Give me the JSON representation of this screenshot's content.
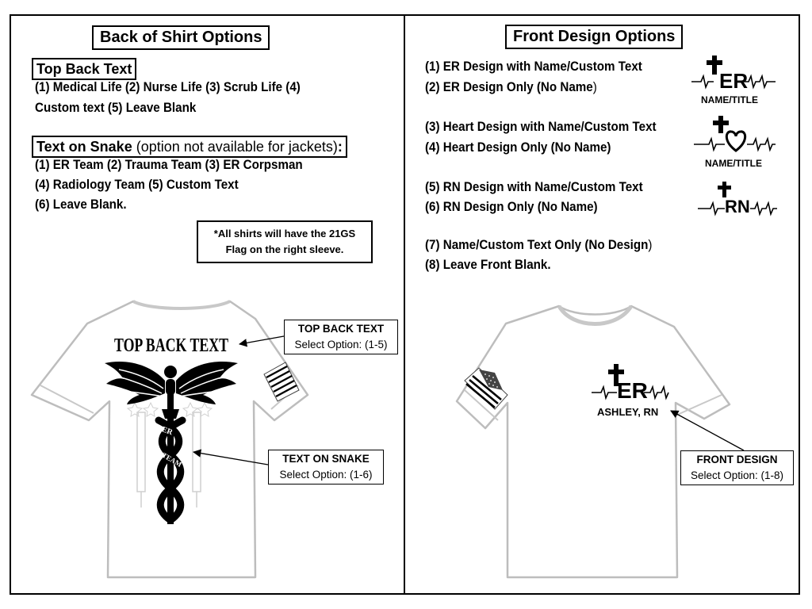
{
  "back": {
    "title": "Back of Shirt Options",
    "top_back": {
      "heading": "Top Back Text",
      "line1": "(1) Medical Life (2) Nurse Life (3) Scrub Life (4)",
      "line2": "Custom text (5) Leave Blank"
    },
    "snake": {
      "heading": "Text on Snake",
      "heading_note": "(option not available for jackets)",
      "heading_colon": ":",
      "line1": "(1) ER Team (2) Trauma Team (3) ER Corpsman",
      "line2": "(4) Radiology Team (5) Custom Text",
      "line3": "(6) Leave Blank."
    },
    "note": {
      "line1": "*All shirts will have the 21GS",
      "line2": "Flag on the right sleeve."
    },
    "shirt_text": "TOP BACK TEXT",
    "snake_text_1": "ER",
    "snake_text_2": "TEAM",
    "callout_top": {
      "title": "TOP BACK TEXT",
      "sub": "Select Option: (1-5)"
    },
    "callout_snake": {
      "title": "TEXT ON SNAKE",
      "sub": "Select Option: (1-6)"
    }
  },
  "front": {
    "title": "Front Design Options",
    "options": [
      {
        "main": "(1) ER Design with Name/Custom Text",
        "paren": ""
      },
      {
        "main": "(2) ER Design Only (No Name",
        "paren": ")"
      },
      {
        "main": "(3) Heart Design with Name/Custom Text",
        "paren": ""
      },
      {
        "main": "(4) Heart Design Only (No Name)",
        "paren": ""
      },
      {
        "main": "(5) RN Design with Name/Custom Text",
        "paren": ""
      },
      {
        "main": "(6) RN Design Only (No Name)",
        "paren": ""
      },
      {
        "main": "(7) Name/Custom Text Only (No Design",
        "paren": ")"
      },
      {
        "main": "(8) Leave Front Blank.",
        "paren": ""
      }
    ],
    "design_er": {
      "text": "ER",
      "caption": "NAME/TITLE"
    },
    "design_heart": {
      "caption": "NAME/TITLE"
    },
    "design_rn": {
      "text": "RN"
    },
    "shirt_er": "ER",
    "shirt_name": "ASHLEY, RN",
    "callout_front": {
      "title": "FRONT DESIGN",
      "sub": "Select Option: (1-8)"
    }
  }
}
